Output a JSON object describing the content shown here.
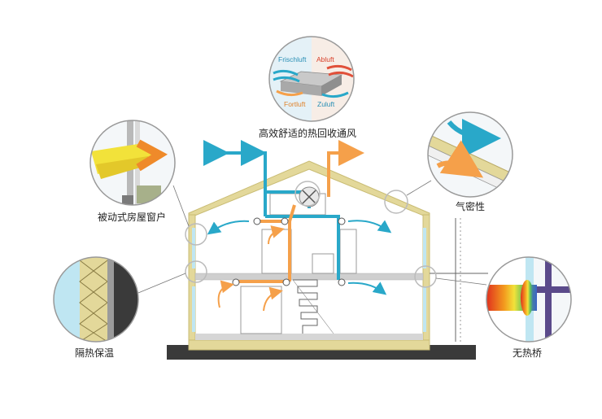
{
  "labels": {
    "heat_recovery": "高效舒适的热回收通风",
    "passive_window": "被动式房屋窗户",
    "airtightness": "气密性",
    "insulation": "隔热保温",
    "no_thermal_bridge": "无热桥"
  },
  "hrv_unit": {
    "fresh_air": "Frischluft",
    "exhaust_air": "Abluft",
    "outgoing_air": "Fortluft",
    "supply_air": "Zuluft"
  },
  "colors": {
    "fresh": "#29a8c9",
    "warm": "#f5a04a",
    "envelope": "#e3d89a",
    "floor": "#d6d6d6",
    "ground": "#3a3a3a",
    "window": "#bfe6f2"
  }
}
